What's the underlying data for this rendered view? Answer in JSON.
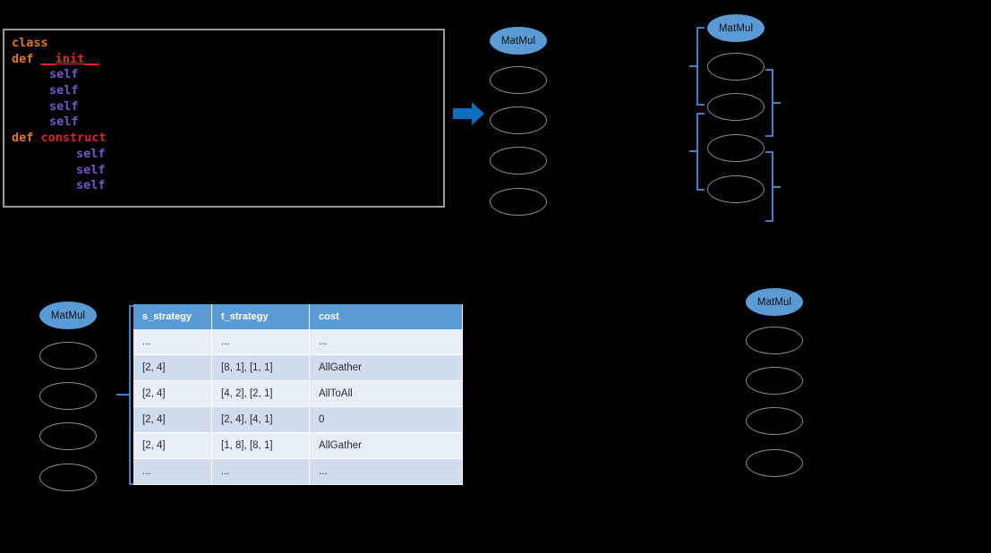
{
  "background_color": "#000000",
  "accent_colors": {
    "node_fill": "#5b9bd5",
    "bracket": "#4a90d9",
    "arrow": "#0b6fbf",
    "table_header": "#5b9bd5",
    "row_light": "#e8eef8",
    "row_dark": "#d2dcef",
    "code_border": "#9a9a9a",
    "ellipse_stroke": "#8b8b8b"
  },
  "code_block": {
    "lines": [
      {
        "indent": 0,
        "tokens": [
          {
            "text": "class",
            "style": "kw-orange"
          }
        ]
      },
      {
        "indent": 0,
        "tokens": [
          {
            "text": "def",
            "style": "kw-orange"
          },
          {
            "text": " ",
            "style": "plain"
          },
          {
            "text": "__init__",
            "style": "kw-dunder"
          }
        ]
      },
      {
        "indent": 1,
        "tokens": [
          {
            "text": "self",
            "style": "kw-self"
          }
        ]
      },
      {
        "indent": 1,
        "tokens": [
          {
            "text": "self",
            "style": "kw-self"
          }
        ]
      },
      {
        "indent": 1,
        "tokens": [
          {
            "text": "self",
            "style": "kw-self"
          }
        ]
      },
      {
        "indent": 1,
        "tokens": [
          {
            "text": "self",
            "style": "kw-self"
          }
        ]
      },
      {
        "indent": 0,
        "tokens": [
          {
            "text": "def",
            "style": "kw-orange"
          },
          {
            "text": " ",
            "style": "plain"
          },
          {
            "text": "construct",
            "style": "kw-red"
          }
        ]
      },
      {
        "indent": 2,
        "tokens": [
          {
            "text": "self",
            "style": "kw-self"
          }
        ]
      },
      {
        "indent": 2,
        "tokens": [
          {
            "text": "self",
            "style": "kw-self"
          }
        ]
      },
      {
        "indent": 2,
        "tokens": [
          {
            "text": "self",
            "style": "kw-self"
          }
        ]
      }
    ]
  },
  "arrow": {
    "icon": "arrow-right-icon",
    "direction": "right"
  },
  "node_groups": [
    {
      "id": "top-middle",
      "header_label": "MatMul",
      "strategy_count": 4,
      "strategy_labels": [
        "",
        "",
        "",
        ""
      ]
    },
    {
      "id": "top-right",
      "header_label": "MatMul",
      "strategy_count": 4,
      "strategy_labels": [
        "",
        "",
        "",
        ""
      ]
    },
    {
      "id": "bottom-left",
      "header_label": "MatMul",
      "strategy_count": 4,
      "strategy_labels": [
        "",
        "",
        "",
        ""
      ]
    },
    {
      "id": "bottom-right",
      "header_label": "MatMul",
      "strategy_count": 4,
      "strategy_labels": [
        "",
        "",
        "",
        ""
      ]
    }
  ],
  "cost_table": {
    "headers": [
      "s_strategy",
      "t_strategy",
      "cost"
    ],
    "rows": [
      [
        "...",
        "...",
        "..."
      ],
      [
        "[2, 4]",
        "[8, 1], [1, 1]",
        "AllGather"
      ],
      [
        "[2, 4]",
        "[4, 2], [2, 1]",
        "AllToAll"
      ],
      [
        "[2, 4]",
        "[2, 4], [4, 1]",
        "0"
      ],
      [
        "[2, 4]",
        "[1, 8], [8, 1]",
        "AllGather"
      ],
      [
        "...",
        "...",
        "..."
      ]
    ]
  }
}
